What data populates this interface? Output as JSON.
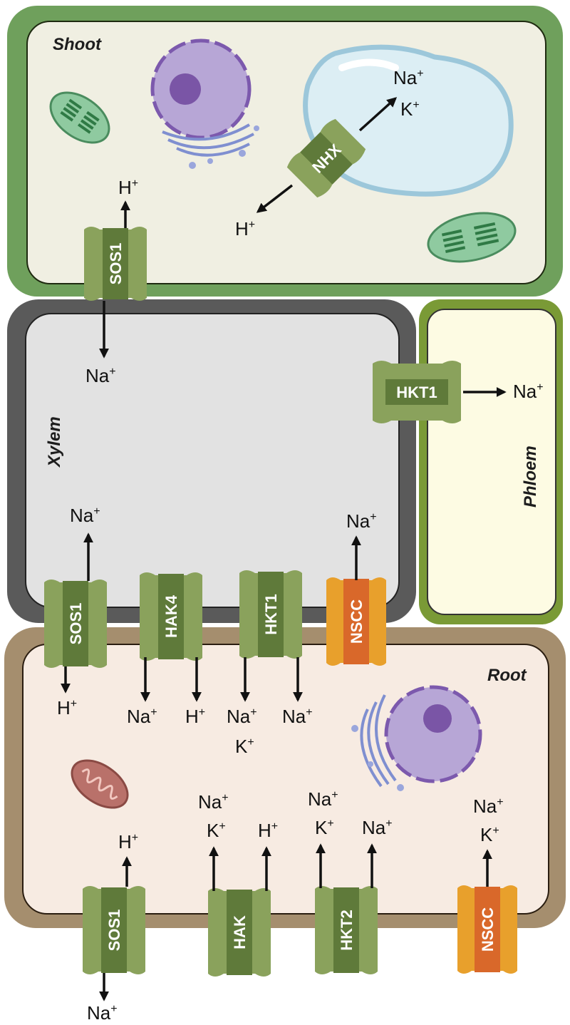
{
  "regions": {
    "shoot": "Shoot",
    "xylem": "Xylem",
    "phloem": "Phloem",
    "root": "Root"
  },
  "transporters": {
    "nhx": "NHX",
    "sos1_shoot": "SOS1",
    "hkt1_phloem": "HKT1",
    "sos1_xylem": "SOS1",
    "hak4": "HAK4",
    "hkt1_xylem": "HKT1",
    "nscc_xylem": "NSCC",
    "sos1_root": "SOS1",
    "hak": "HAK",
    "hkt2": "HKT2",
    "nscc_root": "NSCC"
  },
  "ions": {
    "na": "Na",
    "k": "K",
    "h": "H",
    "plus": "+"
  },
  "colors": {
    "shoot_border": "#6fa05c",
    "shoot_fill": "#f0efe2",
    "xylem_border": "#5a5a5a",
    "xylem_fill": "#e2e2e2",
    "phloem_border": "#7a9a36",
    "phloem_fill": "#fdfbe3",
    "root_border": "#a58e6e",
    "root_fill": "#f7ebe2",
    "transporter": "#8aa25c",
    "transporter_core": "#5f7a3a",
    "nscc": "#e8a02c",
    "nscc_core": "#d9682a",
    "vacuole": "#dceef4",
    "nucleus": "#b7a6d6",
    "chloroplast": "#8fcaa0",
    "mitochondrion": "#b9716a"
  },
  "icons": [
    "chloroplast-icon",
    "nucleus-icon",
    "golgi-icon",
    "vacuole-icon",
    "mitochondrion-icon"
  ]
}
